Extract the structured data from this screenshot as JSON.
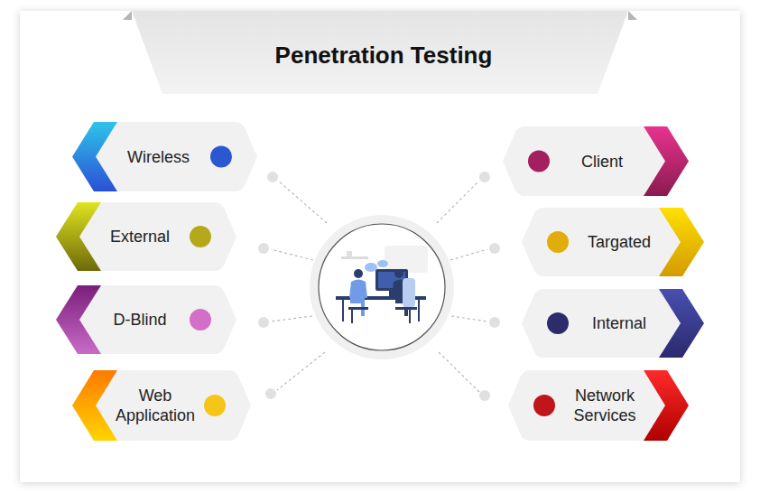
{
  "diagram": {
    "title": "Penetration Testing",
    "nodes": [
      {
        "text": [
          "Wireless"
        ]
      },
      {
        "text": [
          "Client"
        ]
      },
      {
        "text": [
          "External"
        ]
      },
      {
        "text": [
          "Targated"
        ]
      },
      {
        "text": [
          "D-Blind"
        ]
      },
      {
        "text": [
          "Internal"
        ]
      },
      {
        "text": [
          "Web Application"
        ]
      },
      {
        "text": [
          "Network Services"
        ]
      }
    ]
  }
}
